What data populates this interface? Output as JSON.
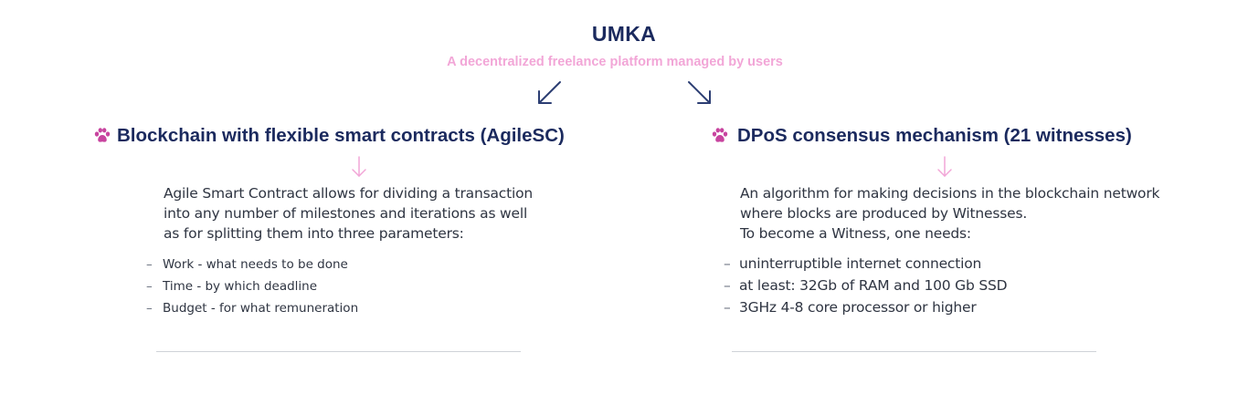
{
  "title": "UMKA",
  "subtitle": "A decentralized freelance platform managed by users",
  "colors": {
    "title": "#1b2a5e",
    "subtitle": "#f2a6d7",
    "paw": "#c8449f",
    "arrow_dark": "#2c3e73",
    "arrow_pink": "#f2a6d7"
  },
  "left": {
    "icon": "paw-icon",
    "heading": "Blockchain with flexible smart contracts (AgileSC)",
    "description_lines": [
      "Agile Smart Contract allows for dividing a transaction",
      "into any number of milestones and iterations as well",
      "as for splitting them into three parameters:"
    ],
    "items": [
      "Work - what needs to be done",
      "Time - by which deadline",
      "Budget - for what remuneration"
    ]
  },
  "right": {
    "icon": "paw-icon",
    "heading": "DPoS consensus mechanism (21 witnesses)",
    "description_lines": [
      "An algorithm for making decisions in the blockchain network",
      "where blocks are produced by Witnesses.",
      "To become a Witness, one needs:"
    ],
    "items": [
      "uninterruptible internet connection",
      "at least: 32Gb of RAM and 100 Gb SSD",
      "3GHz 4-8 core processor or higher"
    ]
  }
}
